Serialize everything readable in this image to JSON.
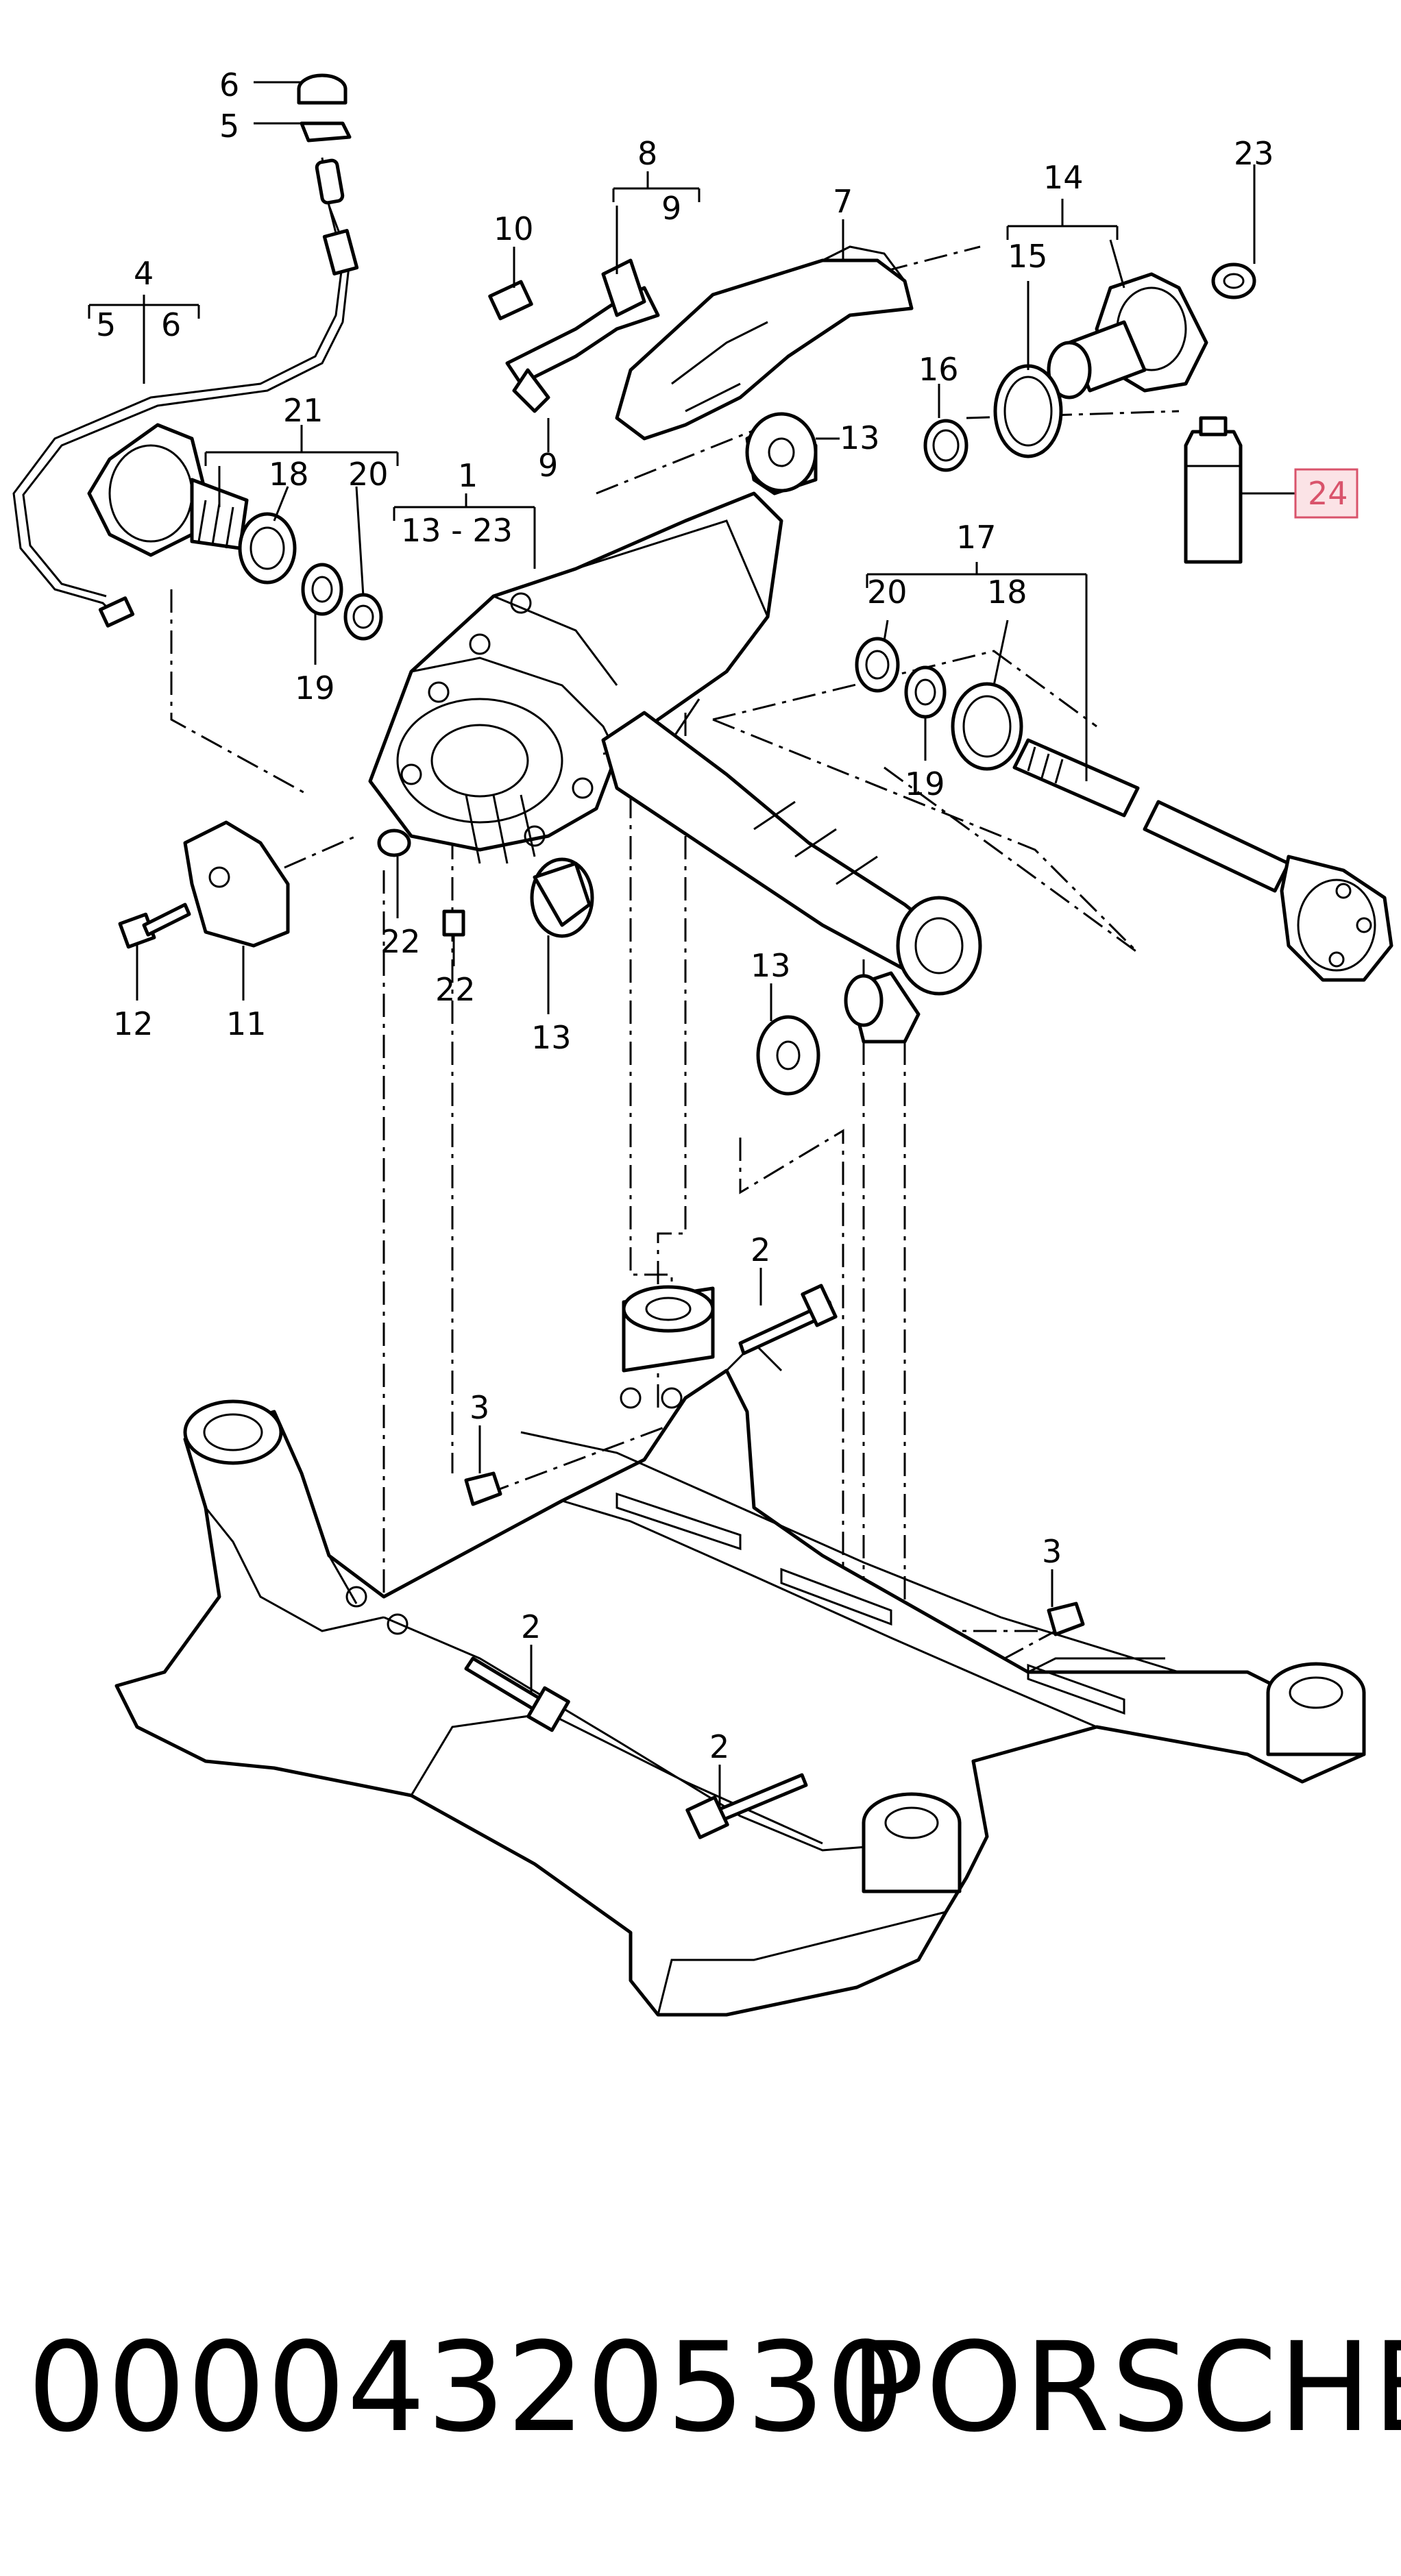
{
  "callouts": {
    "c6": "6",
    "c5": "5",
    "c4": "4",
    "c4a": "5",
    "c4b": "6",
    "c8": "8",
    "c8a": "9",
    "c7": "7",
    "c10": "10",
    "c9": "9",
    "c14": "14",
    "c15": "15",
    "c23": "23",
    "c16": "16",
    "c13a": "13",
    "c21": "21",
    "c18a": "18",
    "c20a": "20",
    "c1": "1",
    "c1range": "13 - 23",
    "c19a": "19",
    "c17": "17",
    "c20b": "20",
    "c18b": "18",
    "c19b": "19",
    "c22a": "22",
    "c22b": "22",
    "c12": "12",
    "c11": "11",
    "c13b": "13",
    "c13c": "13",
    "c2a": "2",
    "c3a": "3",
    "c3b": "3",
    "c2b": "2",
    "c2c": "2",
    "c24": "24"
  },
  "footer": {
    "part_number": "00004320530",
    "brand": "PORSCHE"
  },
  "colors": {
    "highlight": "#d9536b",
    "highlight_fill": "#fbe3e6",
    "ink": "#000000"
  }
}
